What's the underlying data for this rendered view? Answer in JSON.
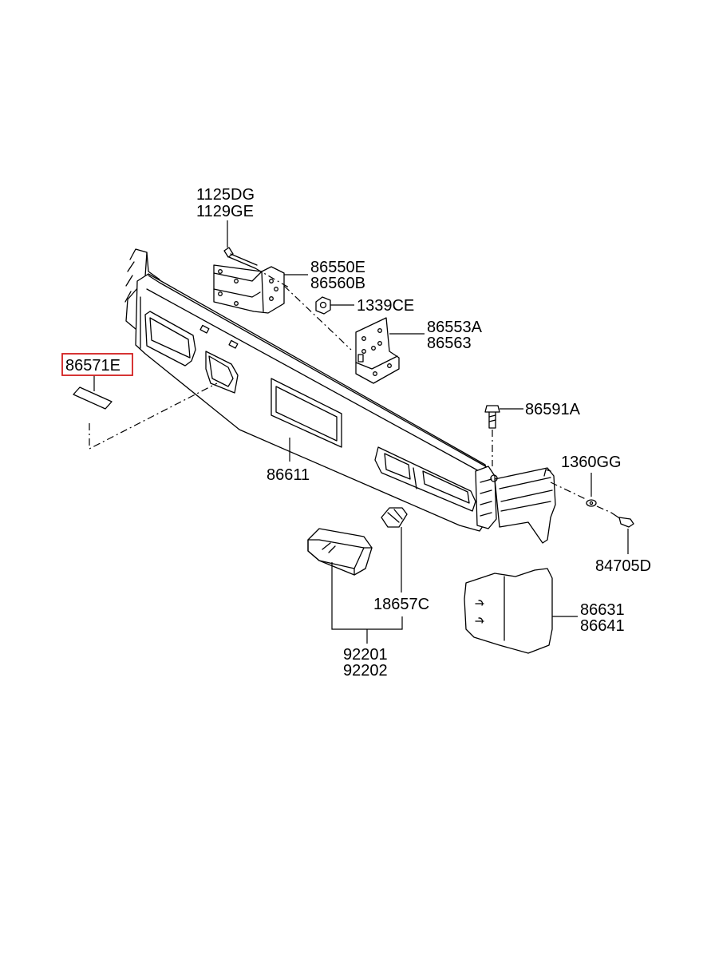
{
  "labels": {
    "bolt_a": "1125DG",
    "bolt_b": "1129GE",
    "bracket_upper_a": "86550E",
    "bracket_upper_b": "86560B",
    "nut": "1339CE",
    "bracket_lower_a": "86553A",
    "bracket_lower_b": "86563",
    "pad": "86571E",
    "bolt_right": "86591A",
    "bumper": "86611",
    "washer": "1360GG",
    "screw": "84705D",
    "bulb": "18657C",
    "end_cap_a": "86631",
    "end_cap_b": "86641",
    "lamp_a": "92201",
    "lamp_b": "92202"
  },
  "highlight": {
    "part": "86571E",
    "color": "#d21f1f"
  }
}
